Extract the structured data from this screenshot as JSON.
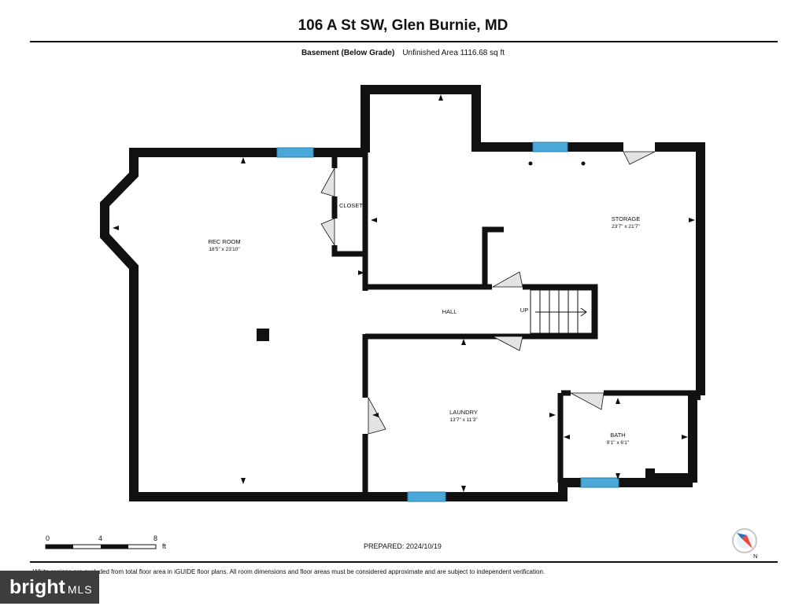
{
  "header": {
    "title": "106 A St SW, Glen Burnie, MD",
    "level": "Basement (Below Grade)",
    "area": "Unfinished Area 1116.68 sq ft"
  },
  "rooms": {
    "rec_room": {
      "name": "REC ROOM",
      "dims": "18'5\" x 23'10\""
    },
    "closet": {
      "name": "CLOSET"
    },
    "storage": {
      "name": "STORAGE",
      "dims": "23'7\" x 21'7\""
    },
    "hall": {
      "name": "HALL"
    },
    "stairs": {
      "label": "UP"
    },
    "laundry": {
      "name": "LAUNDRY",
      "dims": "13'7\" x 11'3\""
    },
    "bath": {
      "name": "BATH",
      "dims": "9'1\" x 6'1\""
    }
  },
  "scale": {
    "ticks": [
      "0",
      "4",
      "8"
    ],
    "unit": "ft"
  },
  "footer": {
    "prepared": "PREPARED: 2024/10/19",
    "disclaimer": "White regions are excluded from total floor area in iGUIDE floor plans. All room dimensions and floor areas must be considered approximate and are subject to independent verification.",
    "logo_text": "bright",
    "logo_suffix": "MLS",
    "compass_label": "N"
  },
  "colors": {
    "wall": "#111111",
    "window": "#4aa8d8",
    "door_swing": "#d9d9d9"
  }
}
